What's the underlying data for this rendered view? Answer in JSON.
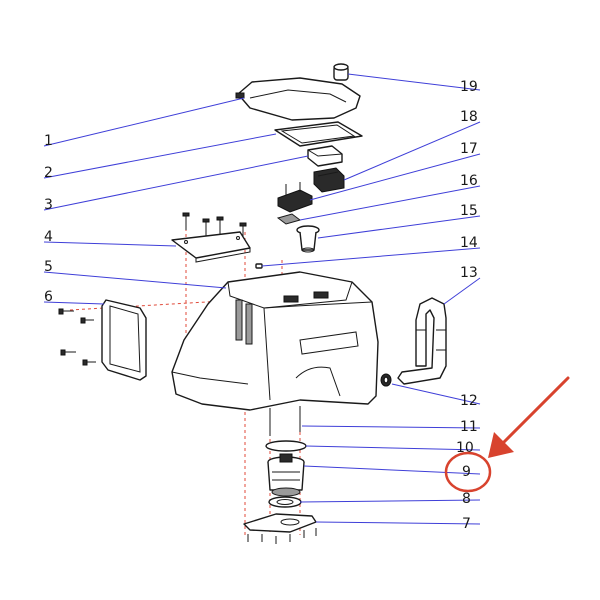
{
  "callouts": [
    {
      "label": "1"
    },
    {
      "label": "2"
    },
    {
      "label": "3"
    },
    {
      "label": "4"
    },
    {
      "label": "5"
    },
    {
      "label": "6"
    },
    {
      "label": "7"
    },
    {
      "label": "8"
    },
    {
      "label": "9"
    },
    {
      "label": "10"
    },
    {
      "label": "11"
    },
    {
      "label": "12"
    },
    {
      "label": "13"
    },
    {
      "label": "14"
    },
    {
      "label": "15"
    },
    {
      "label": "16"
    },
    {
      "label": "17"
    },
    {
      "label": "18"
    },
    {
      "label": "19"
    }
  ],
  "highlight": {
    "callout": "9",
    "color": "#d8432e"
  },
  "colors": {
    "leader": "#3f3fd8",
    "assembly_line": "#e04a3a",
    "outline": "#1a1a1a"
  }
}
